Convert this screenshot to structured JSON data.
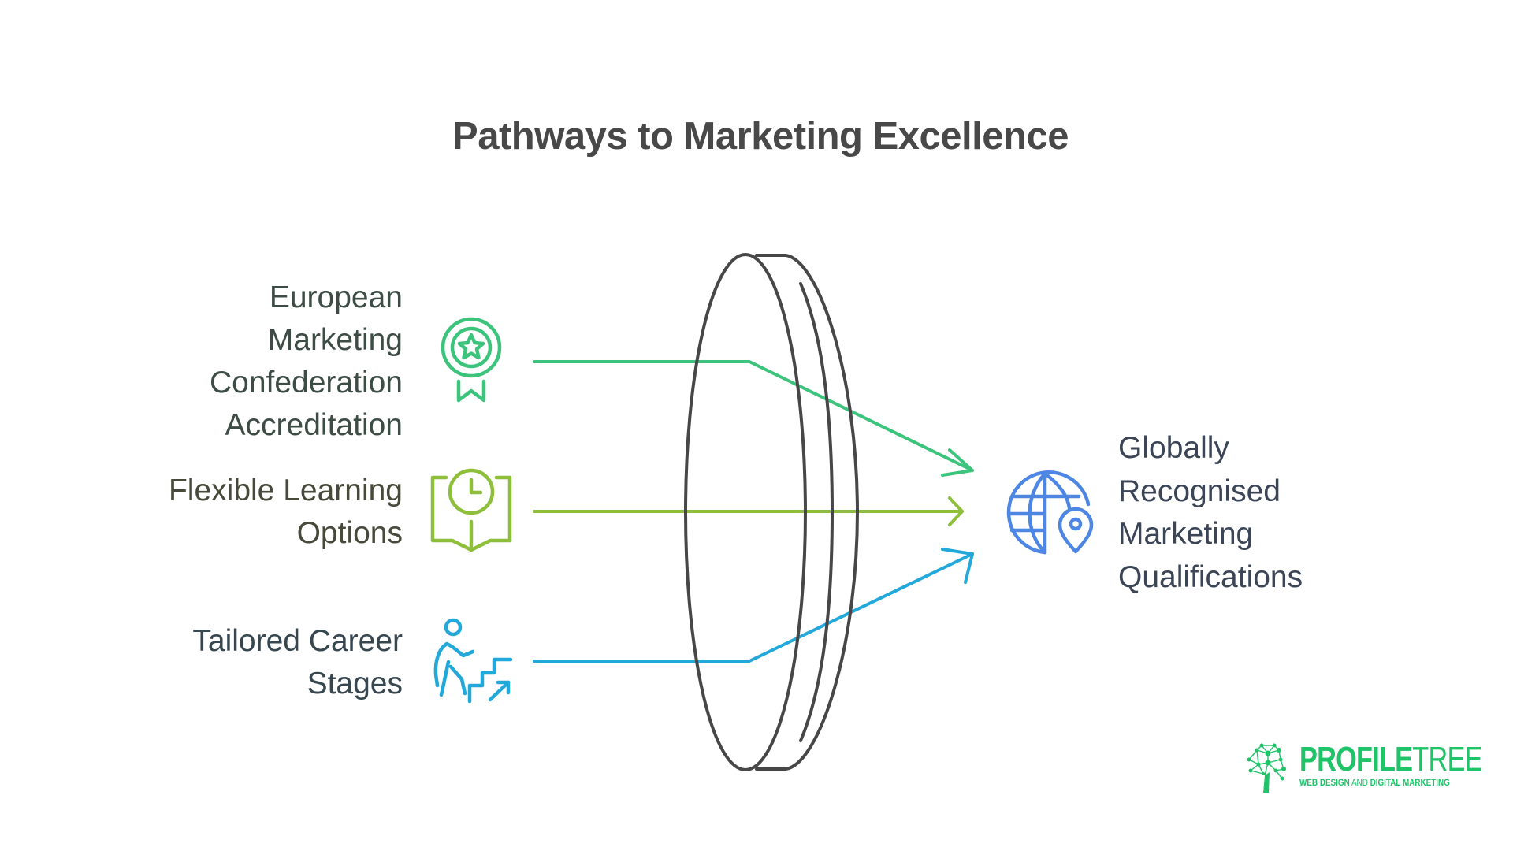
{
  "title": "Pathways to Marketing Excellence",
  "inputs": [
    {
      "id": "emc",
      "lines": [
        "European",
        "Marketing",
        "Confederation",
        "Accreditation"
      ],
      "icon": "award-ribbon-icon",
      "color": "#3cc47c",
      "text_color": "#3d4d45"
    },
    {
      "id": "flexible",
      "lines": [
        "Flexible Learning",
        "Options"
      ],
      "icon": "book-clock-icon",
      "color": "#8ebf3a",
      "text_color": "#47493a"
    },
    {
      "id": "career",
      "lines": [
        "Tailored Career",
        "Stages"
      ],
      "icon": "person-climbing-stairs-icon",
      "color": "#23a8da",
      "text_color": "#37474f"
    }
  ],
  "lens": {
    "icon": "lens-icon",
    "stroke_color": "#474747"
  },
  "output": {
    "lines": [
      "Globally",
      "Recognised",
      "Marketing",
      "Qualifications"
    ],
    "icon": "globe-location-icon",
    "color": "#4d86e3",
    "text_color": "#3b4556"
  },
  "logo": {
    "brand_bold": "PROFILE",
    "brand_thin": "TREE",
    "tagline_bold_1": "WEB DESIGN",
    "tagline_thin": " AND ",
    "tagline_bold_2": "DIGITAL MARKETING",
    "color": "#1ec467"
  }
}
